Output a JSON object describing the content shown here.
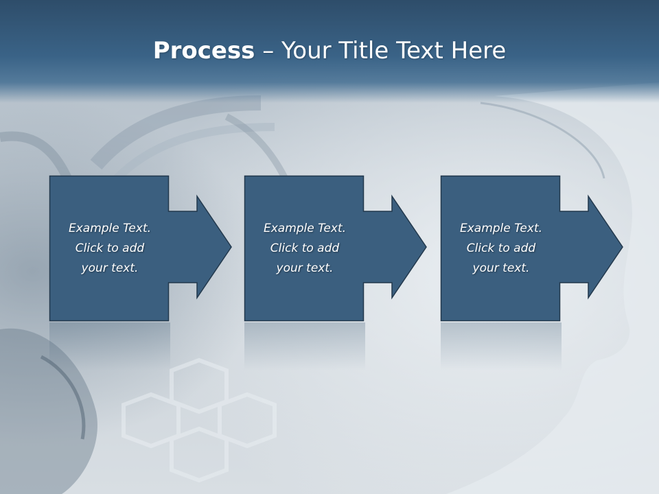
{
  "slide": {
    "title_bold": "Process",
    "title_rest": " – Your Title Text Here"
  },
  "steps": [
    {
      "text": "Example Text.\nClick  to add\nyour text."
    },
    {
      "text": "Example Text.\nClick  to add\nyour text."
    },
    {
      "text": "Example Text.\nClick  to add\nyour text."
    }
  ],
  "colors": {
    "title_bar": "#3a6387",
    "box_fill": "#3b5f7f",
    "box_stroke": "#23394d",
    "text": "#ffffff"
  }
}
